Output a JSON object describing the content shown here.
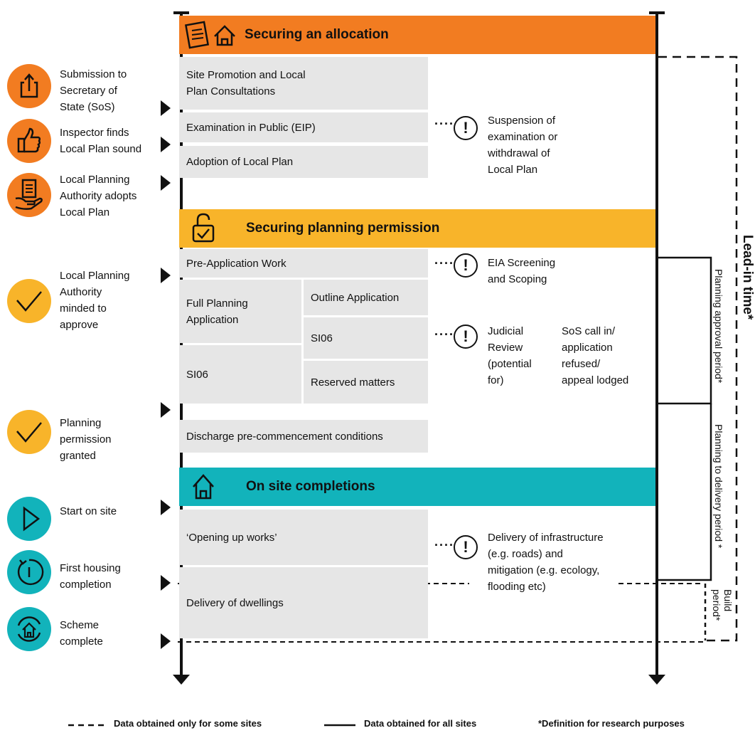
{
  "sections": {
    "allocation": {
      "title": "Securing an allocation",
      "color": "#f27c21"
    },
    "permission": {
      "title": "Securing planning permission",
      "color": "#f8b42a"
    },
    "completions": {
      "title": "On site completions",
      "color": "#12b3bb"
    }
  },
  "milestones": [
    {
      "label_lines": [
        "Submission to",
        "Secretary of",
        "State (SoS)"
      ],
      "icon": "upload-icon",
      "color": "#f27c21"
    },
    {
      "label_lines": [
        "Inspector finds",
        "Local Plan sound"
      ],
      "icon": "thumbs-up-icon",
      "color": "#f27c21"
    },
    {
      "label_lines": [
        "Local Planning",
        "Authority adopts",
        "Local Plan"
      ],
      "icon": "document-hand-icon",
      "color": "#f27c21"
    },
    {
      "label_lines": [
        "Local Planning",
        "Authority",
        "minded to",
        "approve"
      ],
      "icon": "check-icon",
      "color": "#f8b42a"
    },
    {
      "label_lines": [
        "Planning",
        "permission",
        "granted"
      ],
      "icon": "check-icon",
      "color": "#f8b42a"
    },
    {
      "label_lines": [
        "Start on site"
      ],
      "icon": "play-icon",
      "color": "#12b3bb"
    },
    {
      "label_lines": [
        "First housing",
        "completion"
      ],
      "icon": "timer-icon",
      "color": "#12b3bb"
    },
    {
      "label_lines": [
        "Scheme",
        "complete"
      ],
      "icon": "house-cycle-icon",
      "color": "#12b3bb"
    }
  ],
  "stages": {
    "site_promotion": [
      "Site Promotion and Local",
      "Plan Consultations"
    ],
    "eip": "Examination in Public (EIP)",
    "adoption": "Adoption of Local Plan",
    "pre_app": "Pre-Application Work",
    "full_app": [
      "Full Planning",
      "Application"
    ],
    "outline_app": "Outline Application",
    "s106_left": "SI06",
    "s106_right": "SI06",
    "reserved": "Reserved matters",
    "discharge": "Discharge pre-commencement conditions",
    "opening": "‘Opening up works’",
    "delivery": "Delivery of dwellings"
  },
  "risks": {
    "suspension": [
      "Suspension of",
      "examination or",
      "withdrawal of",
      "Local Plan"
    ],
    "eia": [
      "EIA Screening",
      "and Scoping"
    ],
    "judicial": [
      "Judicial",
      "Review",
      "(potential",
      "for)"
    ],
    "sos": [
      "SoS call in/",
      "application",
      "refused/",
      "appeal lodged"
    ],
    "infrastructure": [
      "Delivery of infrastructure",
      "(e.g. roads) and",
      "mitigation (e.g. ecology,",
      "flooding etc)"
    ]
  },
  "periods": {
    "lead_in": "Lead-in time*",
    "approval": "Planning approval period*",
    "delivery": "Planning to delivery period *",
    "build": "Build period*"
  },
  "legend": {
    "dashed": "Data obtained only for some sites",
    "solid": "Data obtained for all sites",
    "note": "*Definition for research purposes"
  },
  "risk_symbol": "!",
  "risk_dots": "····"
}
